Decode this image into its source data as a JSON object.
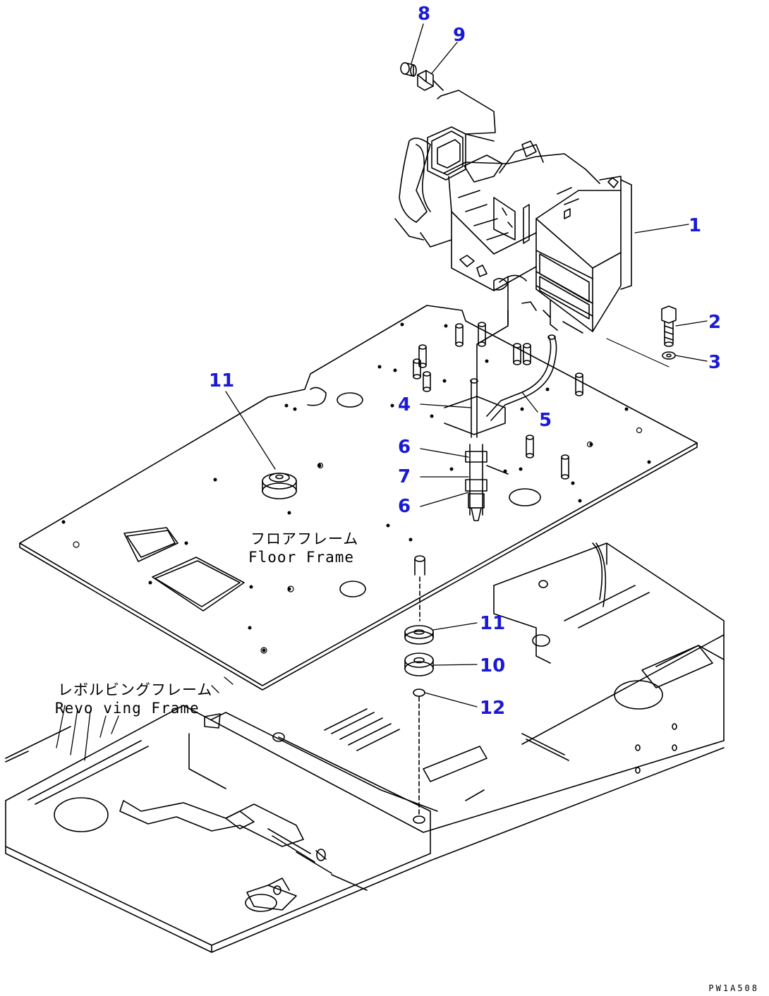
{
  "diagram": {
    "callouts": [
      {
        "id": "c8",
        "label": "8"
      },
      {
        "id": "c9",
        "label": "9"
      },
      {
        "id": "c1",
        "label": "1"
      },
      {
        "id": "c2",
        "label": "2"
      },
      {
        "id": "c3",
        "label": "3"
      },
      {
        "id": "c11a",
        "label": "11"
      },
      {
        "id": "c4",
        "label": "4"
      },
      {
        "id": "c5",
        "label": "5"
      },
      {
        "id": "c6a",
        "label": "6"
      },
      {
        "id": "c7",
        "label": "7"
      },
      {
        "id": "c6b",
        "label": "6"
      },
      {
        "id": "c11b",
        "label": "11"
      },
      {
        "id": "c10",
        "label": "10"
      },
      {
        "id": "c12",
        "label": "12"
      }
    ],
    "floor_frame": {
      "jp": "フロアフレーム",
      "en": "Floor Frame"
    },
    "revolving_frame": {
      "jp": "レボルビングフレーム",
      "en": "Revo ving Frame"
    },
    "drawing_code": "PW1A508",
    "colors": {
      "callout": "#1a1ad6",
      "line": "#000000",
      "background": "#ffffff"
    }
  }
}
